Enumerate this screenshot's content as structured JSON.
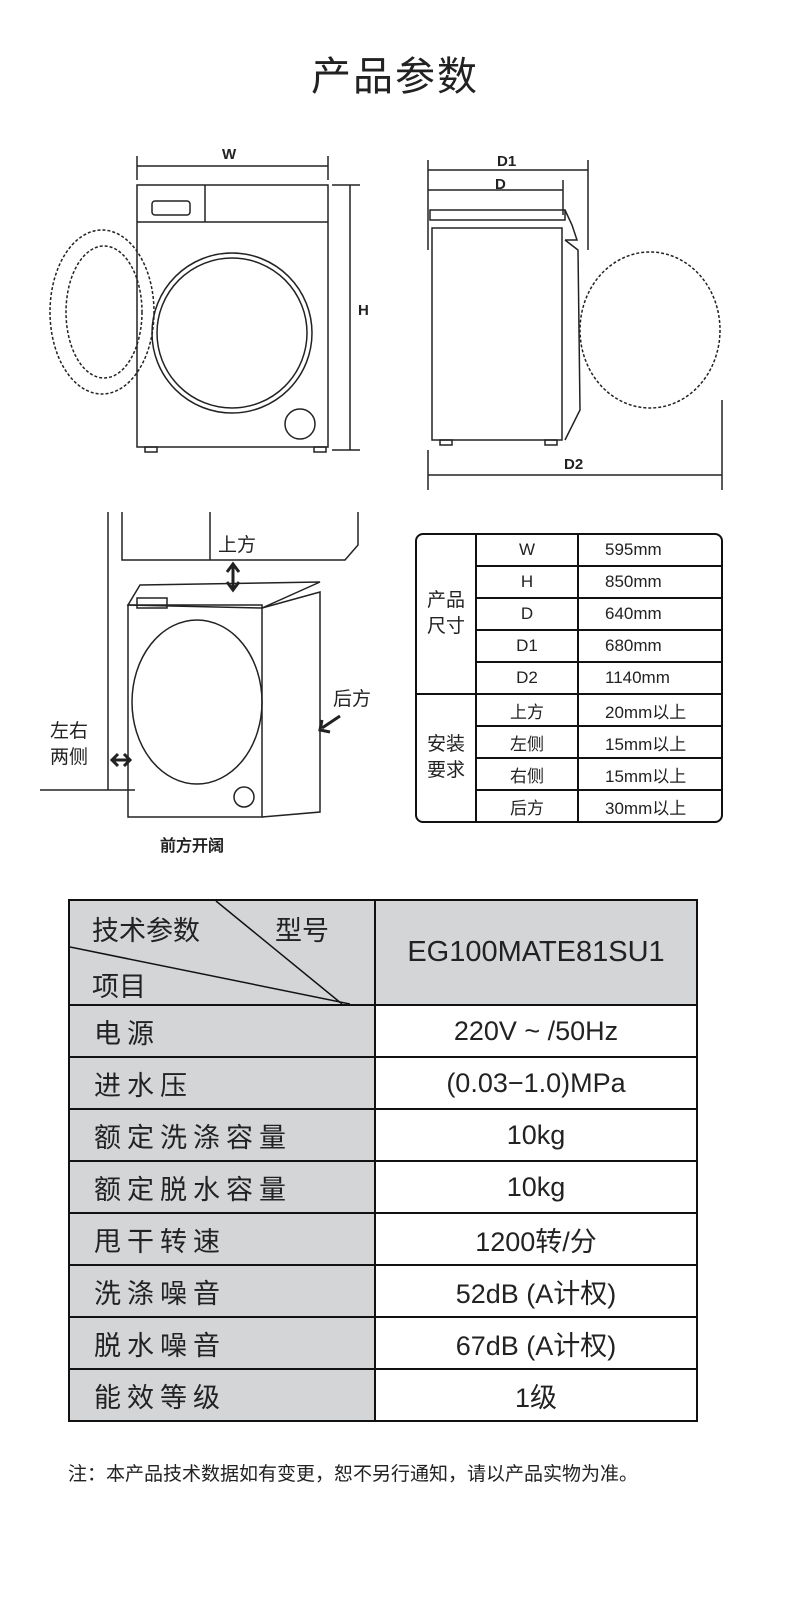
{
  "title": "产品参数",
  "drawing_labels": {
    "W": "W",
    "H": "H",
    "D1": "D1",
    "D": "D",
    "D2": "D2",
    "top": "上方",
    "back": "后方",
    "sides": "左右\n两侧",
    "sides_l1": "左右",
    "sides_l2": "两侧",
    "front": "前方开阔"
  },
  "dimensions": {
    "group1": {
      "l1": "产品",
      "l2": "尺寸"
    },
    "group2": {
      "l1": "安装",
      "l2": "要求"
    },
    "rows": [
      {
        "k": "W",
        "v": "595mm"
      },
      {
        "k": "H",
        "v": "850mm"
      },
      {
        "k": "D",
        "v": "640mm"
      },
      {
        "k": "D1",
        "v": "680mm"
      },
      {
        "k": "D2",
        "v": "1140mm"
      },
      {
        "k": "上方",
        "v": "20mm以上"
      },
      {
        "k": "左侧",
        "v": "15mm以上"
      },
      {
        "k": "右侧",
        "v": "15mm以上"
      },
      {
        "k": "后方",
        "v": "30mm以上"
      }
    ]
  },
  "spec": {
    "header": {
      "tech": "技术参数",
      "model_label": "型号",
      "item": "项目",
      "model": "EG100MATE81SU1"
    },
    "rows": [
      {
        "n": "电源",
        "v": "220V ~ /50Hz"
      },
      {
        "n": "进水压",
        "v": "(0.03−1.0)MPa"
      },
      {
        "n": "额定洗涤容量",
        "v": "10kg"
      },
      {
        "n": "额定脱水容量",
        "v": "10kg"
      },
      {
        "n": "甩干转速",
        "v": "1200转/分"
      },
      {
        "n": "洗涤噪音",
        "v": "52dB (A计权)"
      },
      {
        "n": "脱水噪音",
        "v": "67dB (A计权)"
      },
      {
        "n": "能效等级",
        "v": "1级"
      }
    ]
  },
  "note": "注：本产品技术数据如有变更，恕不另行通知，请以产品实物为准。"
}
